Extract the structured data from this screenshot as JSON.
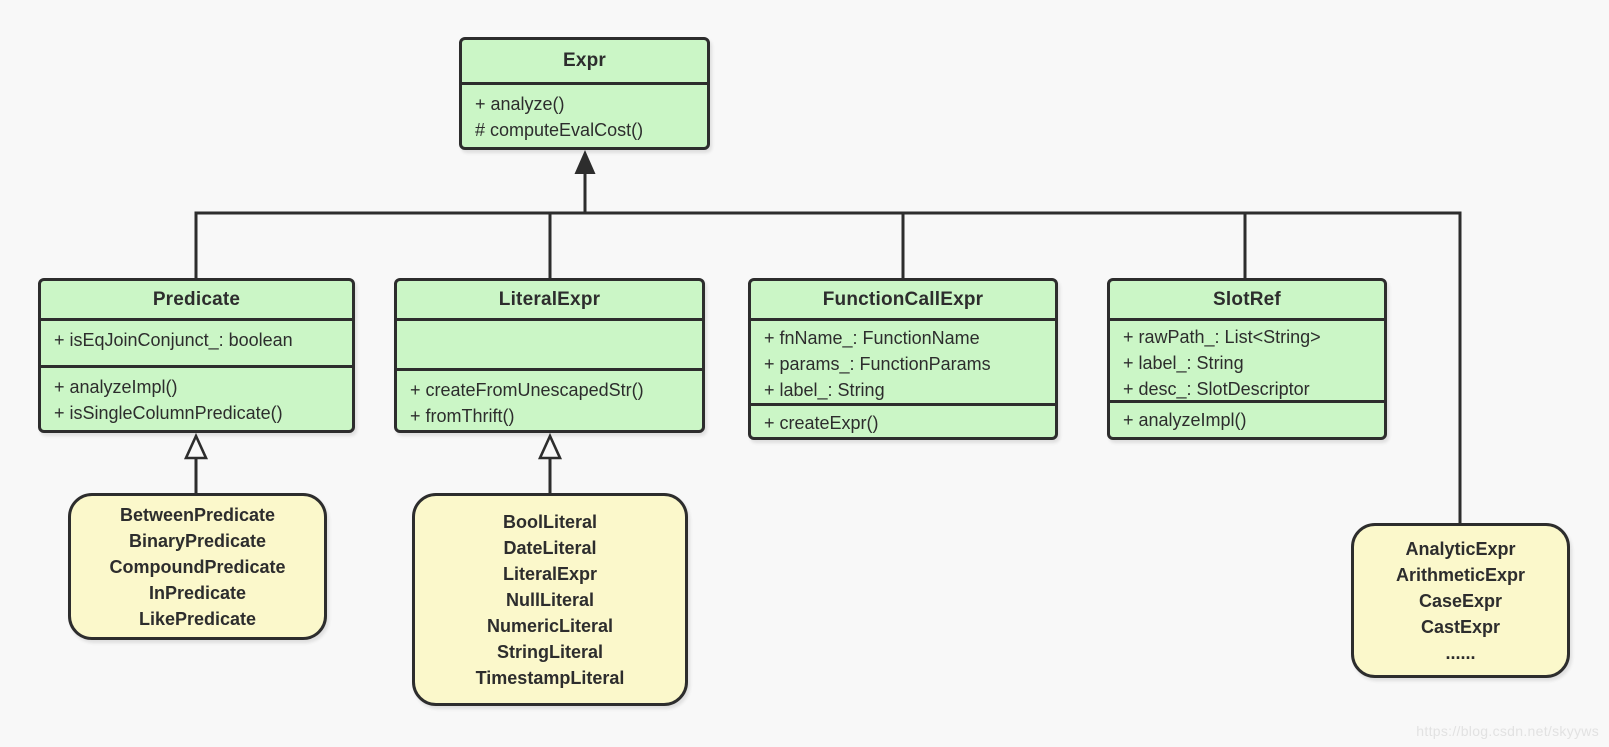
{
  "diagram": {
    "type": "uml-class-diagram",
    "classes": {
      "expr": {
        "name": "Expr",
        "methods": [
          "+ analyze()",
          "# computeEvalCost()"
        ]
      },
      "predicate": {
        "name": "Predicate",
        "attributes": [
          "+ isEqJoinConjunct_: boolean"
        ],
        "methods": [
          "+ analyzeImpl()",
          "+ isSingleColumnPredicate()"
        ]
      },
      "literal_expr": {
        "name": "LiteralExpr",
        "attributes": [],
        "methods": [
          "+ createFromUnescapedStr()",
          "+ fromThrift()"
        ]
      },
      "function_call_expr": {
        "name": "FunctionCallExpr",
        "attributes": [
          "+ fnName_: FunctionName",
          "+ params_: FunctionParams",
          "+ label_: String"
        ],
        "methods": [
          "+ createExpr()"
        ]
      },
      "slot_ref": {
        "name": "SlotRef",
        "attributes": [
          "+ rawPath_: List<String>",
          "+ label_: String",
          "+ desc_: SlotDescriptor"
        ],
        "methods": [
          "+ analyzeImpl()"
        ]
      }
    },
    "subclass_groups": {
      "predicate_subclasses": {
        "parent": "Predicate",
        "items": [
          "BetweenPredicate",
          "BinaryPredicate",
          "CompoundPredicate",
          "InPredicate",
          "LikePredicate"
        ]
      },
      "literal_subclasses": {
        "parent": "LiteralExpr",
        "items": [
          "BoolLiteral",
          "DateLiteral",
          "LiteralExpr",
          "NullLiteral",
          "NumericLiteral",
          "StringLiteral",
          "TimestampLiteral"
        ]
      },
      "other_expr_subclasses": {
        "parent": "Expr",
        "items": [
          "AnalyticExpr",
          "ArithmeticExpr",
          "CaseExpr",
          "CastExpr",
          "......"
        ]
      }
    },
    "colors": {
      "class_fill": "#cbf6c6",
      "group_fill": "#fbf8cb",
      "border": "#2d2d2d",
      "background": "#f8f8f8",
      "text": "#2d2d2d",
      "watermark": "#e2e2e2"
    }
  },
  "watermark": {
    "url_text": "https://blog.csdn.net/skyyws"
  }
}
